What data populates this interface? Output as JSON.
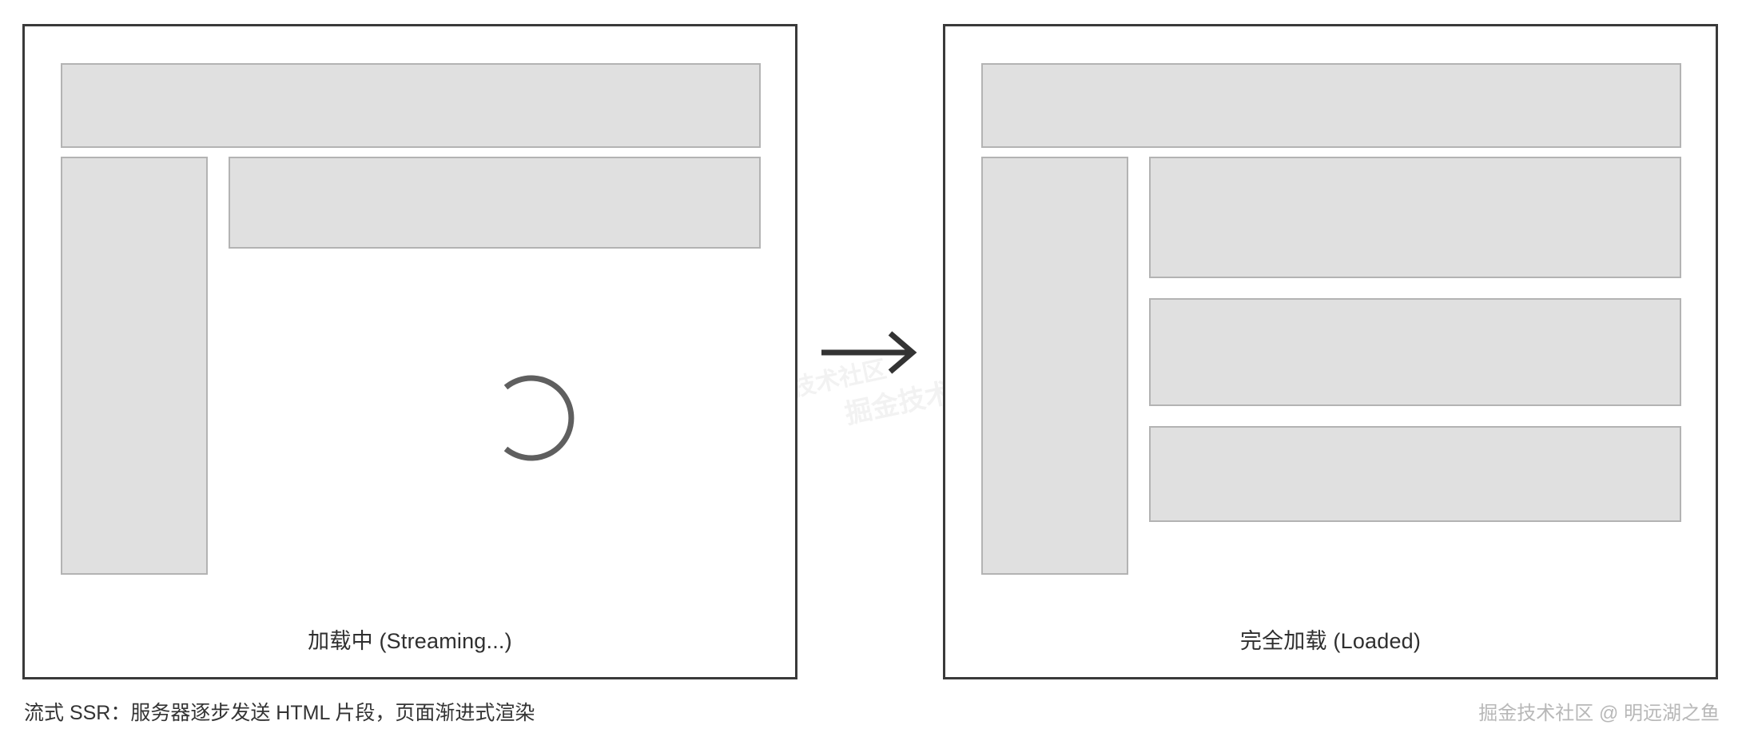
{
  "diagram": {
    "title_footer": "流式 SSR：服务器逐步发送 HTML 片段，页面渐进式渲染",
    "attribution": "掘金技术社区 @ 明远湖之鱼",
    "arrow_icon": "arrow-right-icon",
    "colors": {
      "panel_border": "#3a3a3a",
      "skeleton_fill": "#e0e0e0",
      "skeleton_border": "#b3b3b3",
      "spinner": "#5f5f5f",
      "arrow": "#333333",
      "caption_text": "#2f2f2f",
      "attribution_text": "#b8b8b8",
      "background": "#ffffff"
    },
    "watermark_text": "掘金技术社区"
  },
  "panels": [
    {
      "id": "streaming",
      "caption": "加载中 (Streaming...)",
      "state": "streaming",
      "spinner_icon": "loading-spinner-icon",
      "spinner_visible": true,
      "blocks": [
        {
          "name": "header-skeleton",
          "role": "header"
        },
        {
          "name": "sidebar-skeleton",
          "role": "sidebar"
        },
        {
          "name": "content-skeleton",
          "role": "content-block-1"
        }
      ]
    },
    {
      "id": "loaded",
      "caption": "完全加载 (Loaded)",
      "state": "loaded",
      "spinner_icon": "loading-spinner-icon",
      "spinner_visible": false,
      "blocks": [
        {
          "name": "header-skeleton",
          "role": "header"
        },
        {
          "name": "sidebar-skeleton",
          "role": "sidebar"
        },
        {
          "name": "content-skeleton",
          "role": "content-block-1"
        },
        {
          "name": "content-skeleton",
          "role": "content-block-2"
        },
        {
          "name": "content-skeleton",
          "role": "content-block-3"
        }
      ]
    }
  ]
}
